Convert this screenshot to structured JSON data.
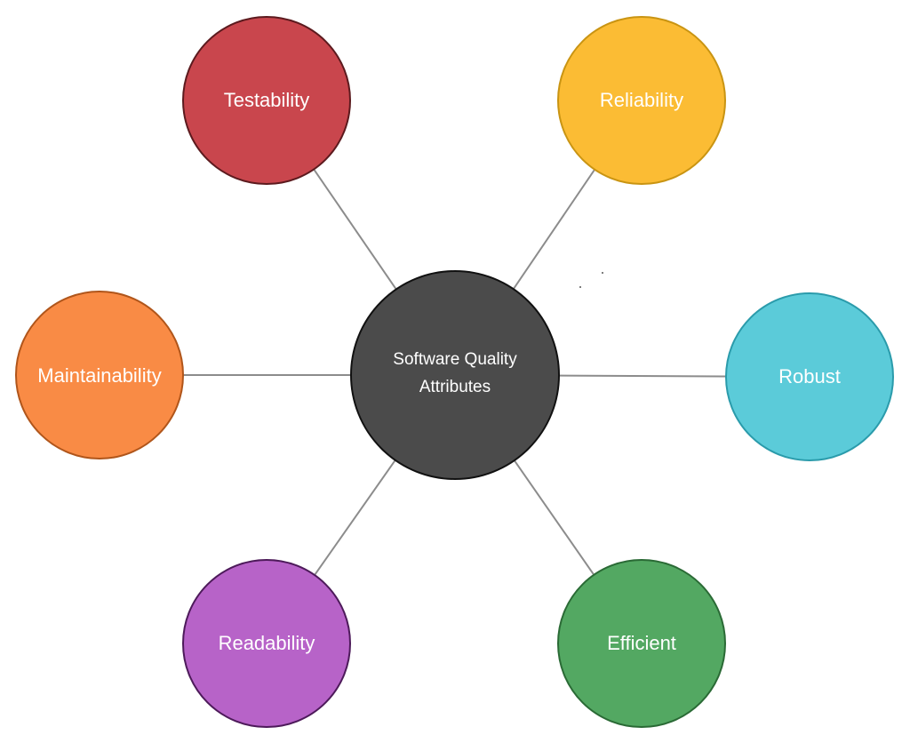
{
  "center": {
    "lines": [
      "Software Quality",
      "Attributes"
    ],
    "fill": "#4b4b4b",
    "stroke": "#111111"
  },
  "nodes": [
    {
      "id": "testability",
      "label": "Testability",
      "fill": "#c9464d",
      "stroke": "#5c1a1e"
    },
    {
      "id": "reliability",
      "label": "Reliability",
      "fill": "#fbbc34",
      "stroke": "#c99412"
    },
    {
      "id": "maintainability",
      "label": "Maintainability",
      "fill": "#f98b45",
      "stroke": "#b0551a"
    },
    {
      "id": "robust",
      "label": "Robust",
      "fill": "#5bcbd9",
      "stroke": "#2a9bab"
    },
    {
      "id": "readability",
      "label": "Readability",
      "fill": "#b763c8",
      "stroke": "#4d1a5a"
    },
    {
      "id": "efficient",
      "label": "Efficient",
      "fill": "#53a862",
      "stroke": "#2a6a35"
    }
  ],
  "colors": {
    "connector": "#8c8c8c",
    "label_text": "#ffffff",
    "background": "#ffffff"
  }
}
